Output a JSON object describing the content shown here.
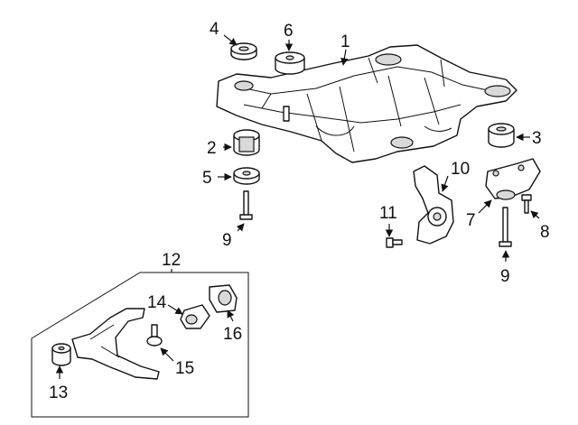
{
  "diagram": {
    "callouts": [
      {
        "id": "1",
        "text": "1"
      },
      {
        "id": "2",
        "text": "2"
      },
      {
        "id": "3",
        "text": "3"
      },
      {
        "id": "4",
        "text": "4"
      },
      {
        "id": "5",
        "text": "5"
      },
      {
        "id": "6",
        "text": "6"
      },
      {
        "id": "7",
        "text": "7"
      },
      {
        "id": "8",
        "text": "8"
      },
      {
        "id": "9a",
        "text": "9"
      },
      {
        "id": "9b",
        "text": "9"
      },
      {
        "id": "10",
        "text": "10"
      },
      {
        "id": "11",
        "text": "11"
      },
      {
        "id": "12",
        "text": "12"
      },
      {
        "id": "13",
        "text": "13"
      },
      {
        "id": "14",
        "text": "14"
      },
      {
        "id": "15",
        "text": "15"
      },
      {
        "id": "16",
        "text": "16"
      }
    ]
  }
}
